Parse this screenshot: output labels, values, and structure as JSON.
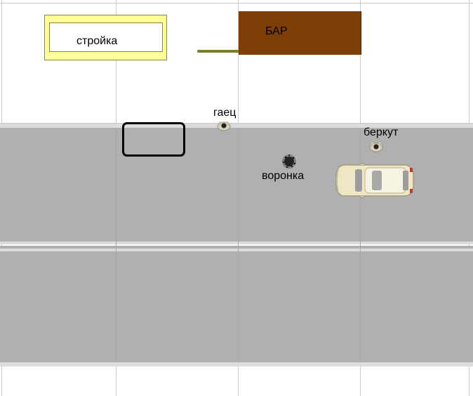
{
  "labels": {
    "construction": "стройка",
    "bar": "БАР",
    "person1": "гаец",
    "person2": "беркут",
    "crater": "воронка"
  },
  "colors": {
    "road": "#b0b0b3",
    "construction_fill": "#ffff99",
    "construction_border": "#8a8a3a",
    "bar_fill": "#7d3f05",
    "fence": "#7f7f1f",
    "car_body": "#efe6c4"
  }
}
